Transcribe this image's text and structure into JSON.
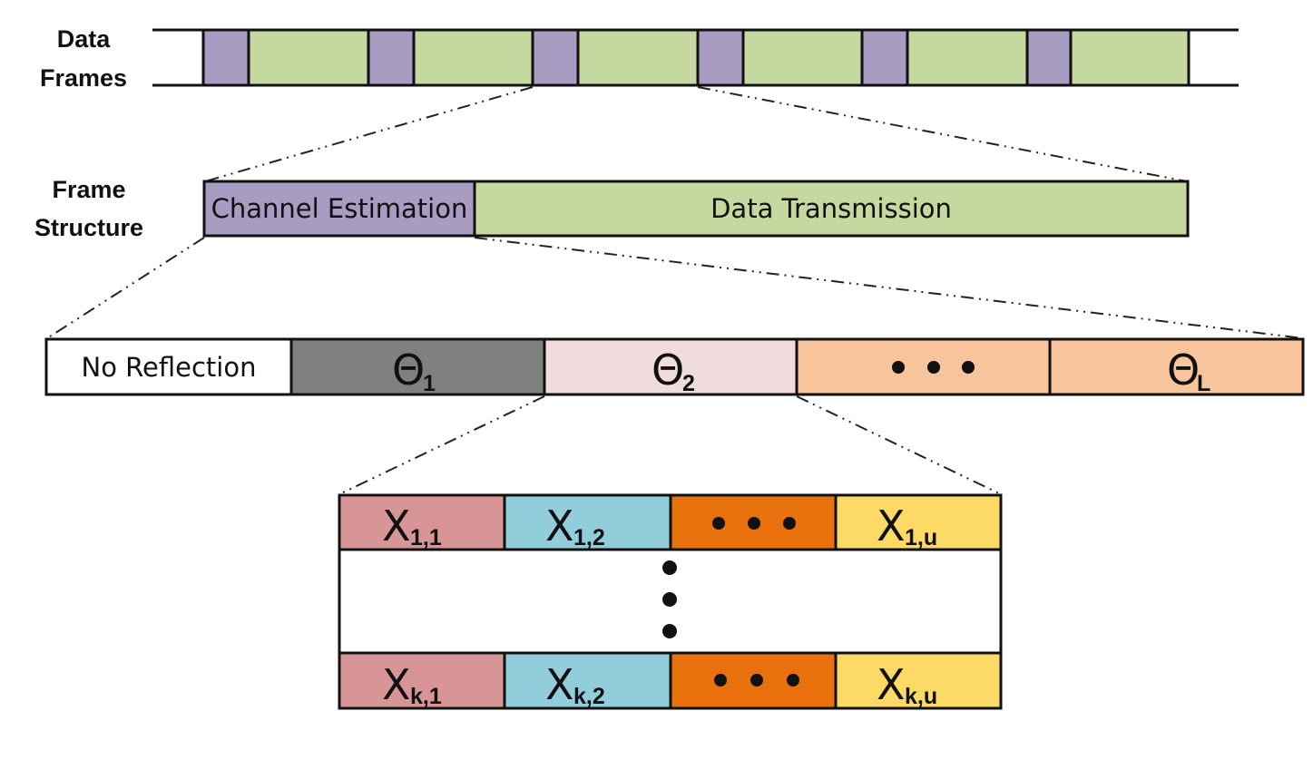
{
  "colors": {
    "purple": "#a99cc2",
    "green": "#c5d8a0",
    "gray": "#808080",
    "pink": "#f0dcdc",
    "peach": "#f8c49c",
    "rose": "#d79595",
    "cyan": "#92cddb",
    "orange": "#e8710e",
    "yellow": "#fdd965"
  },
  "data_frames": {
    "label_line1": "Data",
    "label_line2": "Frames"
  },
  "frame_structure": {
    "label_line1": "Frame",
    "label_line2": "Structure",
    "channel_estimation": "Channel Estimation",
    "data_transmission": "Data Transmission"
  },
  "reflection": {
    "no_reflection": "No Reflection",
    "theta_symbol": "Θ",
    "theta1_sub": "1",
    "theta2_sub": "2",
    "thetaL_sub": "L"
  },
  "pilots": {
    "x_symbol": "X",
    "row1": [
      "1,1",
      "1,2",
      "1,u"
    ],
    "rowk": [
      "k,1",
      "k,2",
      "k,u"
    ]
  }
}
